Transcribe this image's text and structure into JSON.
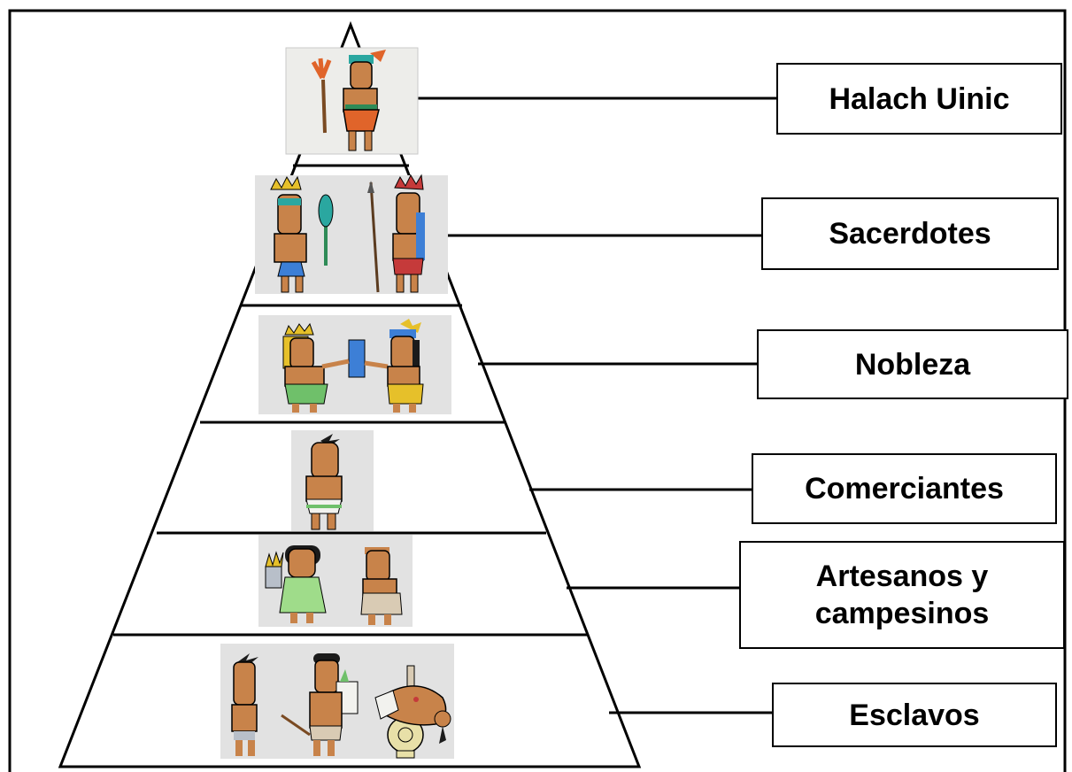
{
  "pyramid": {
    "levels": [
      {
        "id": "halach-uinic",
        "label": "Halach Uinic"
      },
      {
        "id": "sacerdotes",
        "label": "Sacerdotes"
      },
      {
        "id": "nobleza",
        "label": "Nobleza"
      },
      {
        "id": "comerciantes",
        "label": "Comerciantes"
      },
      {
        "id": "artesanos-campesinos",
        "label": "Artesanos y\ncampesinos"
      },
      {
        "id": "esclavos",
        "label": "Esclavos"
      }
    ]
  },
  "colors": {
    "outline": "#000000",
    "panel_bg": "#e2e2e2",
    "skin": "#c8834a",
    "feather_orange": "#e0642a",
    "headband_teal": "#2aa7a0",
    "gold": "#e6c02a",
    "cloth_green": "#9fdc8a",
    "cloth_blue": "#3d7fd6",
    "cloth_red": "#c53a3a",
    "cloth_white": "#f2f2ee",
    "cloth_beige": "#d9cbb4"
  }
}
